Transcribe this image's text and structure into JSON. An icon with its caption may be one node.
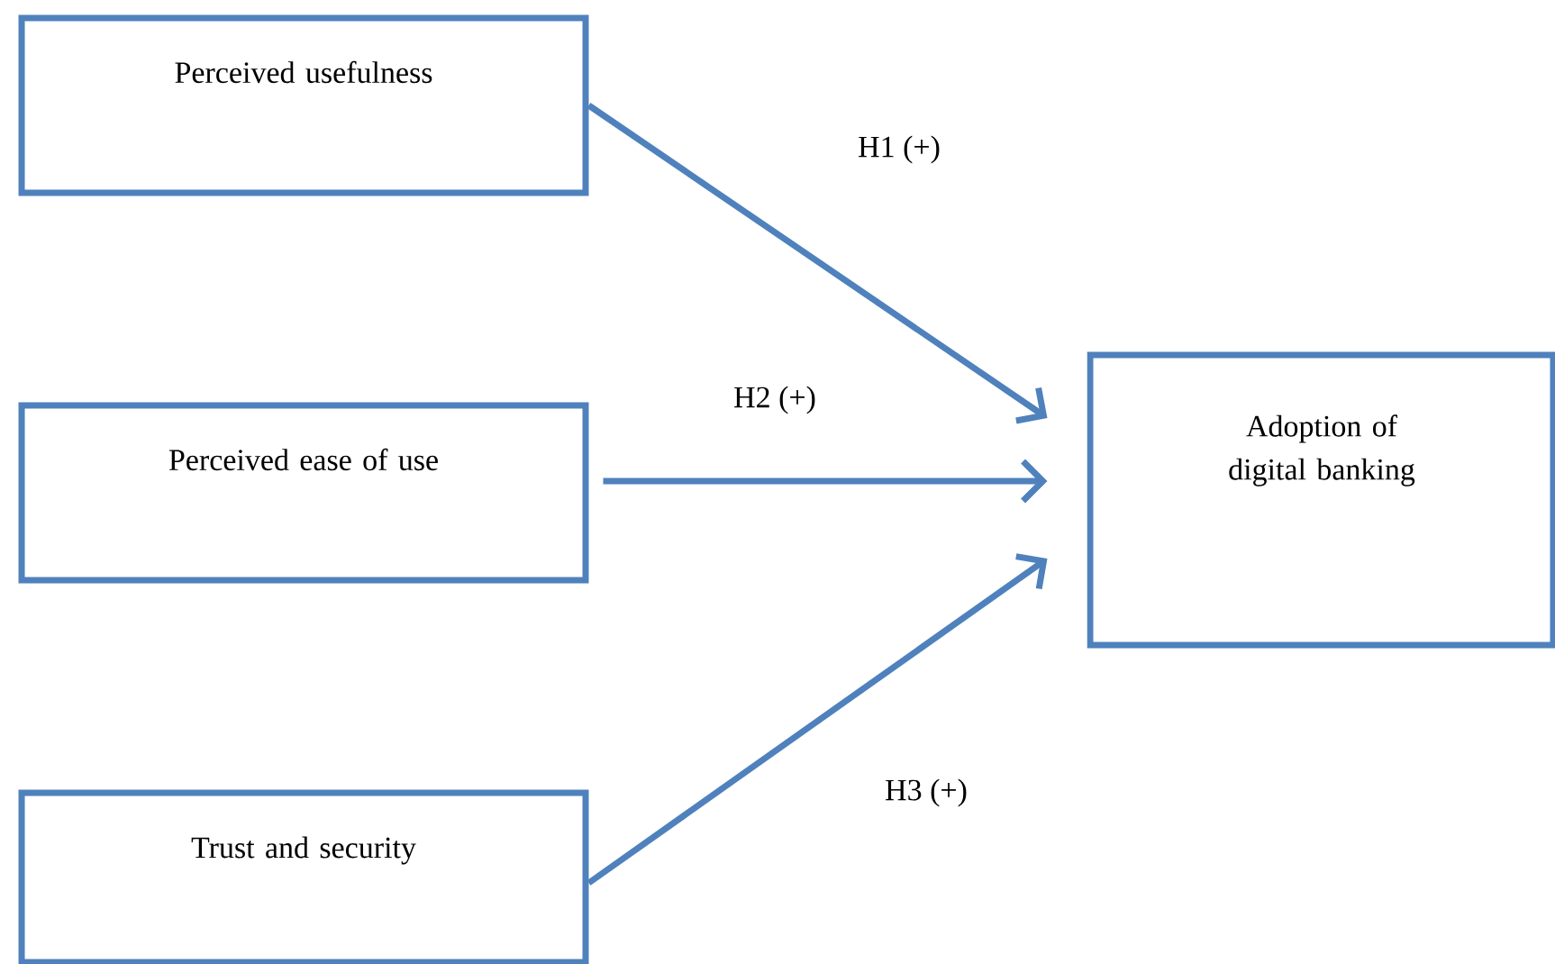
{
  "diagram": {
    "nodes": [
      {
        "text": [
          "Perceived usefulness"
        ]
      },
      {
        "text": [
          "Perceived ease of use"
        ]
      },
      {
        "text": [
          "Trust and security"
        ]
      },
      {
        "text": [
          "Adoption of digital banking"
        ]
      }
    ],
    "edges": [
      {
        "from": 0,
        "to": 3,
        "arrow": "to",
        "label": "H1 (+)"
      },
      {
        "from": 1,
        "to": 3,
        "arrow": "to",
        "label": "H2 (+)"
      },
      {
        "from": 2,
        "to": 3,
        "arrow": "to",
        "label": "H3 (+)"
      }
    ]
  }
}
